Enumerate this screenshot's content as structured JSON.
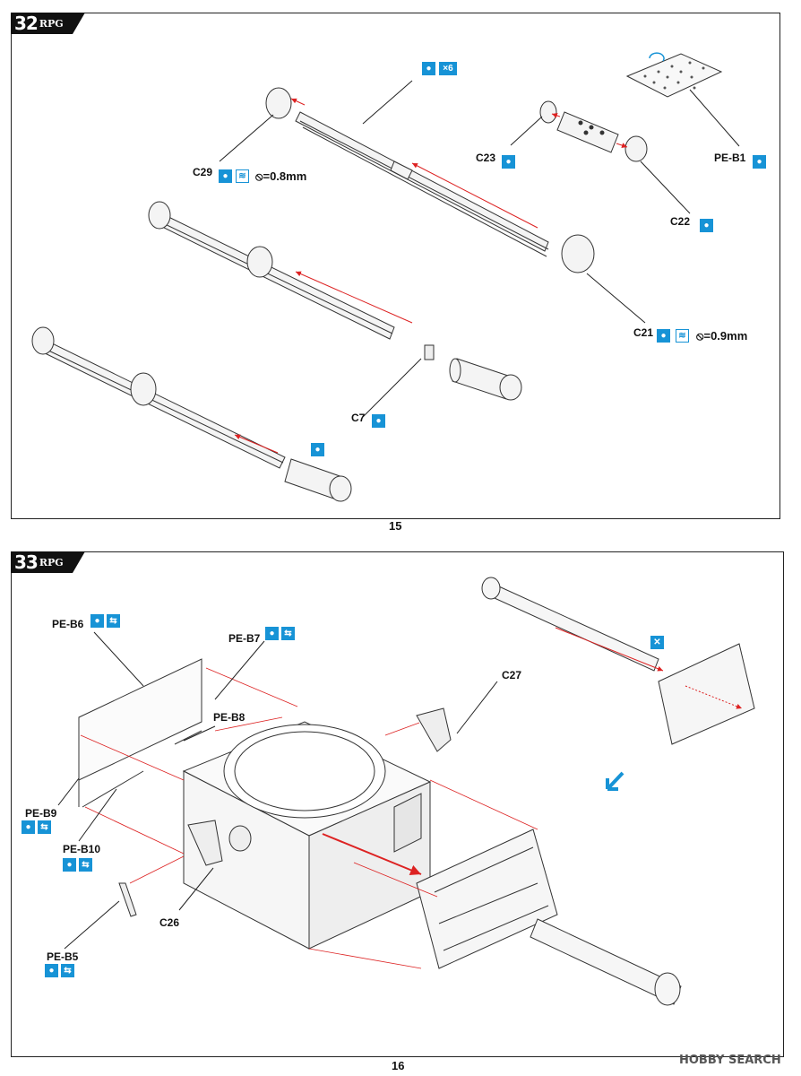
{
  "page_top": {
    "step": "32",
    "brand": "RPG",
    "page_number": "15",
    "labels": {
      "c29": "C29",
      "c23": "C23",
      "c22": "C22",
      "c21": "C21",
      "c7": "C7",
      "pe_b1": "PE-B1"
    },
    "notes": {
      "c29_drill": "⦸=0.8mm",
      "c21_drill": "⦸=0.9mm",
      "times6": "×6"
    }
  },
  "page_bottom": {
    "step": "33",
    "brand": "RPG",
    "page_number": "16",
    "labels": {
      "pe_b6": "PE-B6",
      "pe_b7": "PE-B7",
      "pe_b8": "PE-B8",
      "pe_b9": "PE-B9",
      "pe_b10": "PE-B10",
      "pe_b5": "PE-B5",
      "c26": "C26",
      "c27": "C27"
    }
  },
  "watermark": {
    "text": "HOBBY SEARCH"
  },
  "icons": {
    "glue": "glue-drop-icon",
    "filing": "file-icon",
    "bend": "fold-bend-icon",
    "no_glue": "no-glue-icon"
  },
  "colors": {
    "accent": "#1793d6",
    "arrow": "#d22"
  }
}
